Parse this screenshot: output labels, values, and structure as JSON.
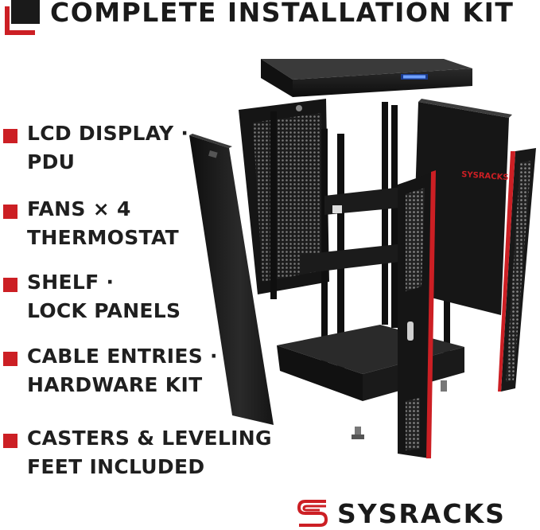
{
  "header": {
    "title": "COMPLETE INSTALLATION KIT"
  },
  "features": [
    {
      "line1": "LCD DISPLAY ·",
      "line2": "PDU"
    },
    {
      "line1": "FANS × 4",
      "line2": "THERMOSTAT"
    },
    {
      "line1": "SHELF ·",
      "line2": "LOCK PANELS"
    },
    {
      "line1": "CABLE ENTRIES ·",
      "line2": "HARDWARE KIT"
    },
    {
      "line1": "CASTERS & LEVELING",
      "line2": "FEET INCLUDED"
    }
  ],
  "brand": {
    "name": "SYSRACKS",
    "cabinet_label": "SYSRACKS",
    "accent_color": "#cc1f24",
    "text_color": "#1a1a1a"
  },
  "image": {
    "icon": "server-rack-exploded-view"
  }
}
